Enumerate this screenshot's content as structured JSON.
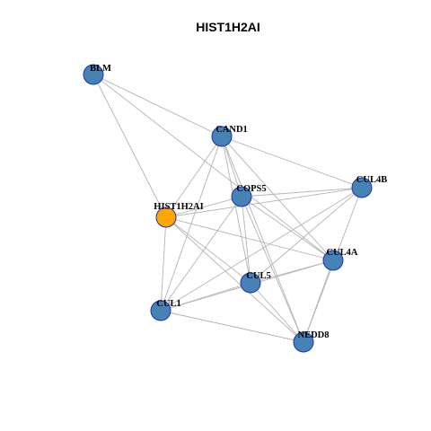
{
  "title": "HIST1H2AI",
  "colors": {
    "default_node": "#4682b4",
    "highlight_node": "#ffa500",
    "node_border": "#1f2fb8",
    "edge": "#b3b3b3"
  },
  "nodes": [
    {
      "id": "BLM",
      "label": "BLM",
      "highlight": false
    },
    {
      "id": "CAND1",
      "label": "CAND1",
      "highlight": false
    },
    {
      "id": "CUL4B",
      "label": "CUL4B",
      "highlight": false
    },
    {
      "id": "COPS5",
      "label": "COPS5",
      "highlight": false
    },
    {
      "id": "HIST1H2AI",
      "label": "HIST1H2AI",
      "highlight": true
    },
    {
      "id": "CUL4A",
      "label": "CUL4A",
      "highlight": false
    },
    {
      "id": "CUL5",
      "label": "CUL5",
      "highlight": false
    },
    {
      "id": "CUL1",
      "label": "CUL1",
      "highlight": false
    },
    {
      "id": "NEDD8",
      "label": "NEDD8",
      "highlight": false
    }
  ],
  "edges": [
    [
      "BLM",
      "CAND1"
    ],
    [
      "BLM",
      "HIST1H2AI"
    ],
    [
      "BLM",
      "CUL4A"
    ],
    [
      "CAND1",
      "CUL4B"
    ],
    [
      "CAND1",
      "COPS5"
    ],
    [
      "CAND1",
      "CUL4A"
    ],
    [
      "CAND1",
      "CUL5"
    ],
    [
      "CAND1",
      "CUL1"
    ],
    [
      "CAND1",
      "NEDD8"
    ],
    [
      "CAND1",
      "HIST1H2AI"
    ],
    [
      "COPS5",
      "CUL4B"
    ],
    [
      "COPS5",
      "HIST1H2AI"
    ],
    [
      "COPS5",
      "CUL4A"
    ],
    [
      "COPS5",
      "CUL5"
    ],
    [
      "COPS5",
      "CUL1"
    ],
    [
      "COPS5",
      "NEDD8"
    ],
    [
      "HIST1H2AI",
      "CUL4B"
    ],
    [
      "HIST1H2AI",
      "CUL4A"
    ],
    [
      "HIST1H2AI",
      "CUL5"
    ],
    [
      "HIST1H2AI",
      "NEDD8"
    ],
    [
      "HIST1H2AI",
      "CUL1"
    ],
    [
      "CUL4B",
      "CUL5"
    ],
    [
      "CUL4B",
      "NEDD8"
    ],
    [
      "CUL4B",
      "CUL1"
    ],
    [
      "CUL4A",
      "CUL5"
    ],
    [
      "CUL4A",
      "CUL1"
    ],
    [
      "CUL4A",
      "NEDD8"
    ],
    [
      "CUL5",
      "CUL1"
    ],
    [
      "CUL5",
      "NEDD8"
    ],
    [
      "CUL1",
      "NEDD8"
    ]
  ]
}
